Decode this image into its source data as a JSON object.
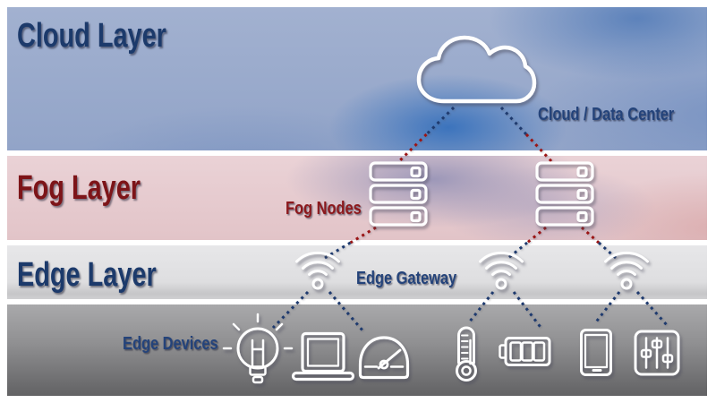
{
  "diagram": {
    "layers": [
      {
        "id": "cloud",
        "title": "Cloud Layer"
      },
      {
        "id": "fog",
        "title": "Fog Layer"
      },
      {
        "id": "edge",
        "title": "Edge Layer"
      },
      {
        "id": "devices",
        "title": ""
      }
    ],
    "node_labels": {
      "cloud_node": "Cloud / Data Center",
      "fog_nodes": "Fog Nodes",
      "edge_gateway": "Edge Gateway",
      "edge_devices": "Edge Devices"
    },
    "icons": [
      "cloud-icon",
      "server-stack-icon-left",
      "server-stack-icon-right",
      "wifi-icon-1",
      "wifi-icon-2",
      "wifi-icon-3",
      "lightbulb-icon",
      "laptop-icon",
      "gauge-icon",
      "thermometer-icon",
      "battery-icon",
      "smartphone-icon",
      "sliders-icon"
    ],
    "connections": [
      "cloud to fog-node-left",
      "cloud to fog-node-right",
      "fog-node-left to gateway-1",
      "fog-node-right to gateway-2",
      "fog-node-right to gateway-3",
      "gateway-1 to lightbulb",
      "gateway-1 to gauge",
      "gateway-2 to thermometer",
      "gateway-2 to battery",
      "gateway-3 to smartphone",
      "gateway-3 to sliders"
    ]
  },
  "colors": {
    "navy": "#1c3a6b",
    "maroon": "#7d1418",
    "navy-label": "#24437a",
    "maroon-label": "#8c181c",
    "line-navy": "#1e3a6e",
    "line-red": "#9b1414",
    "icon-white": "#ffffff"
  }
}
